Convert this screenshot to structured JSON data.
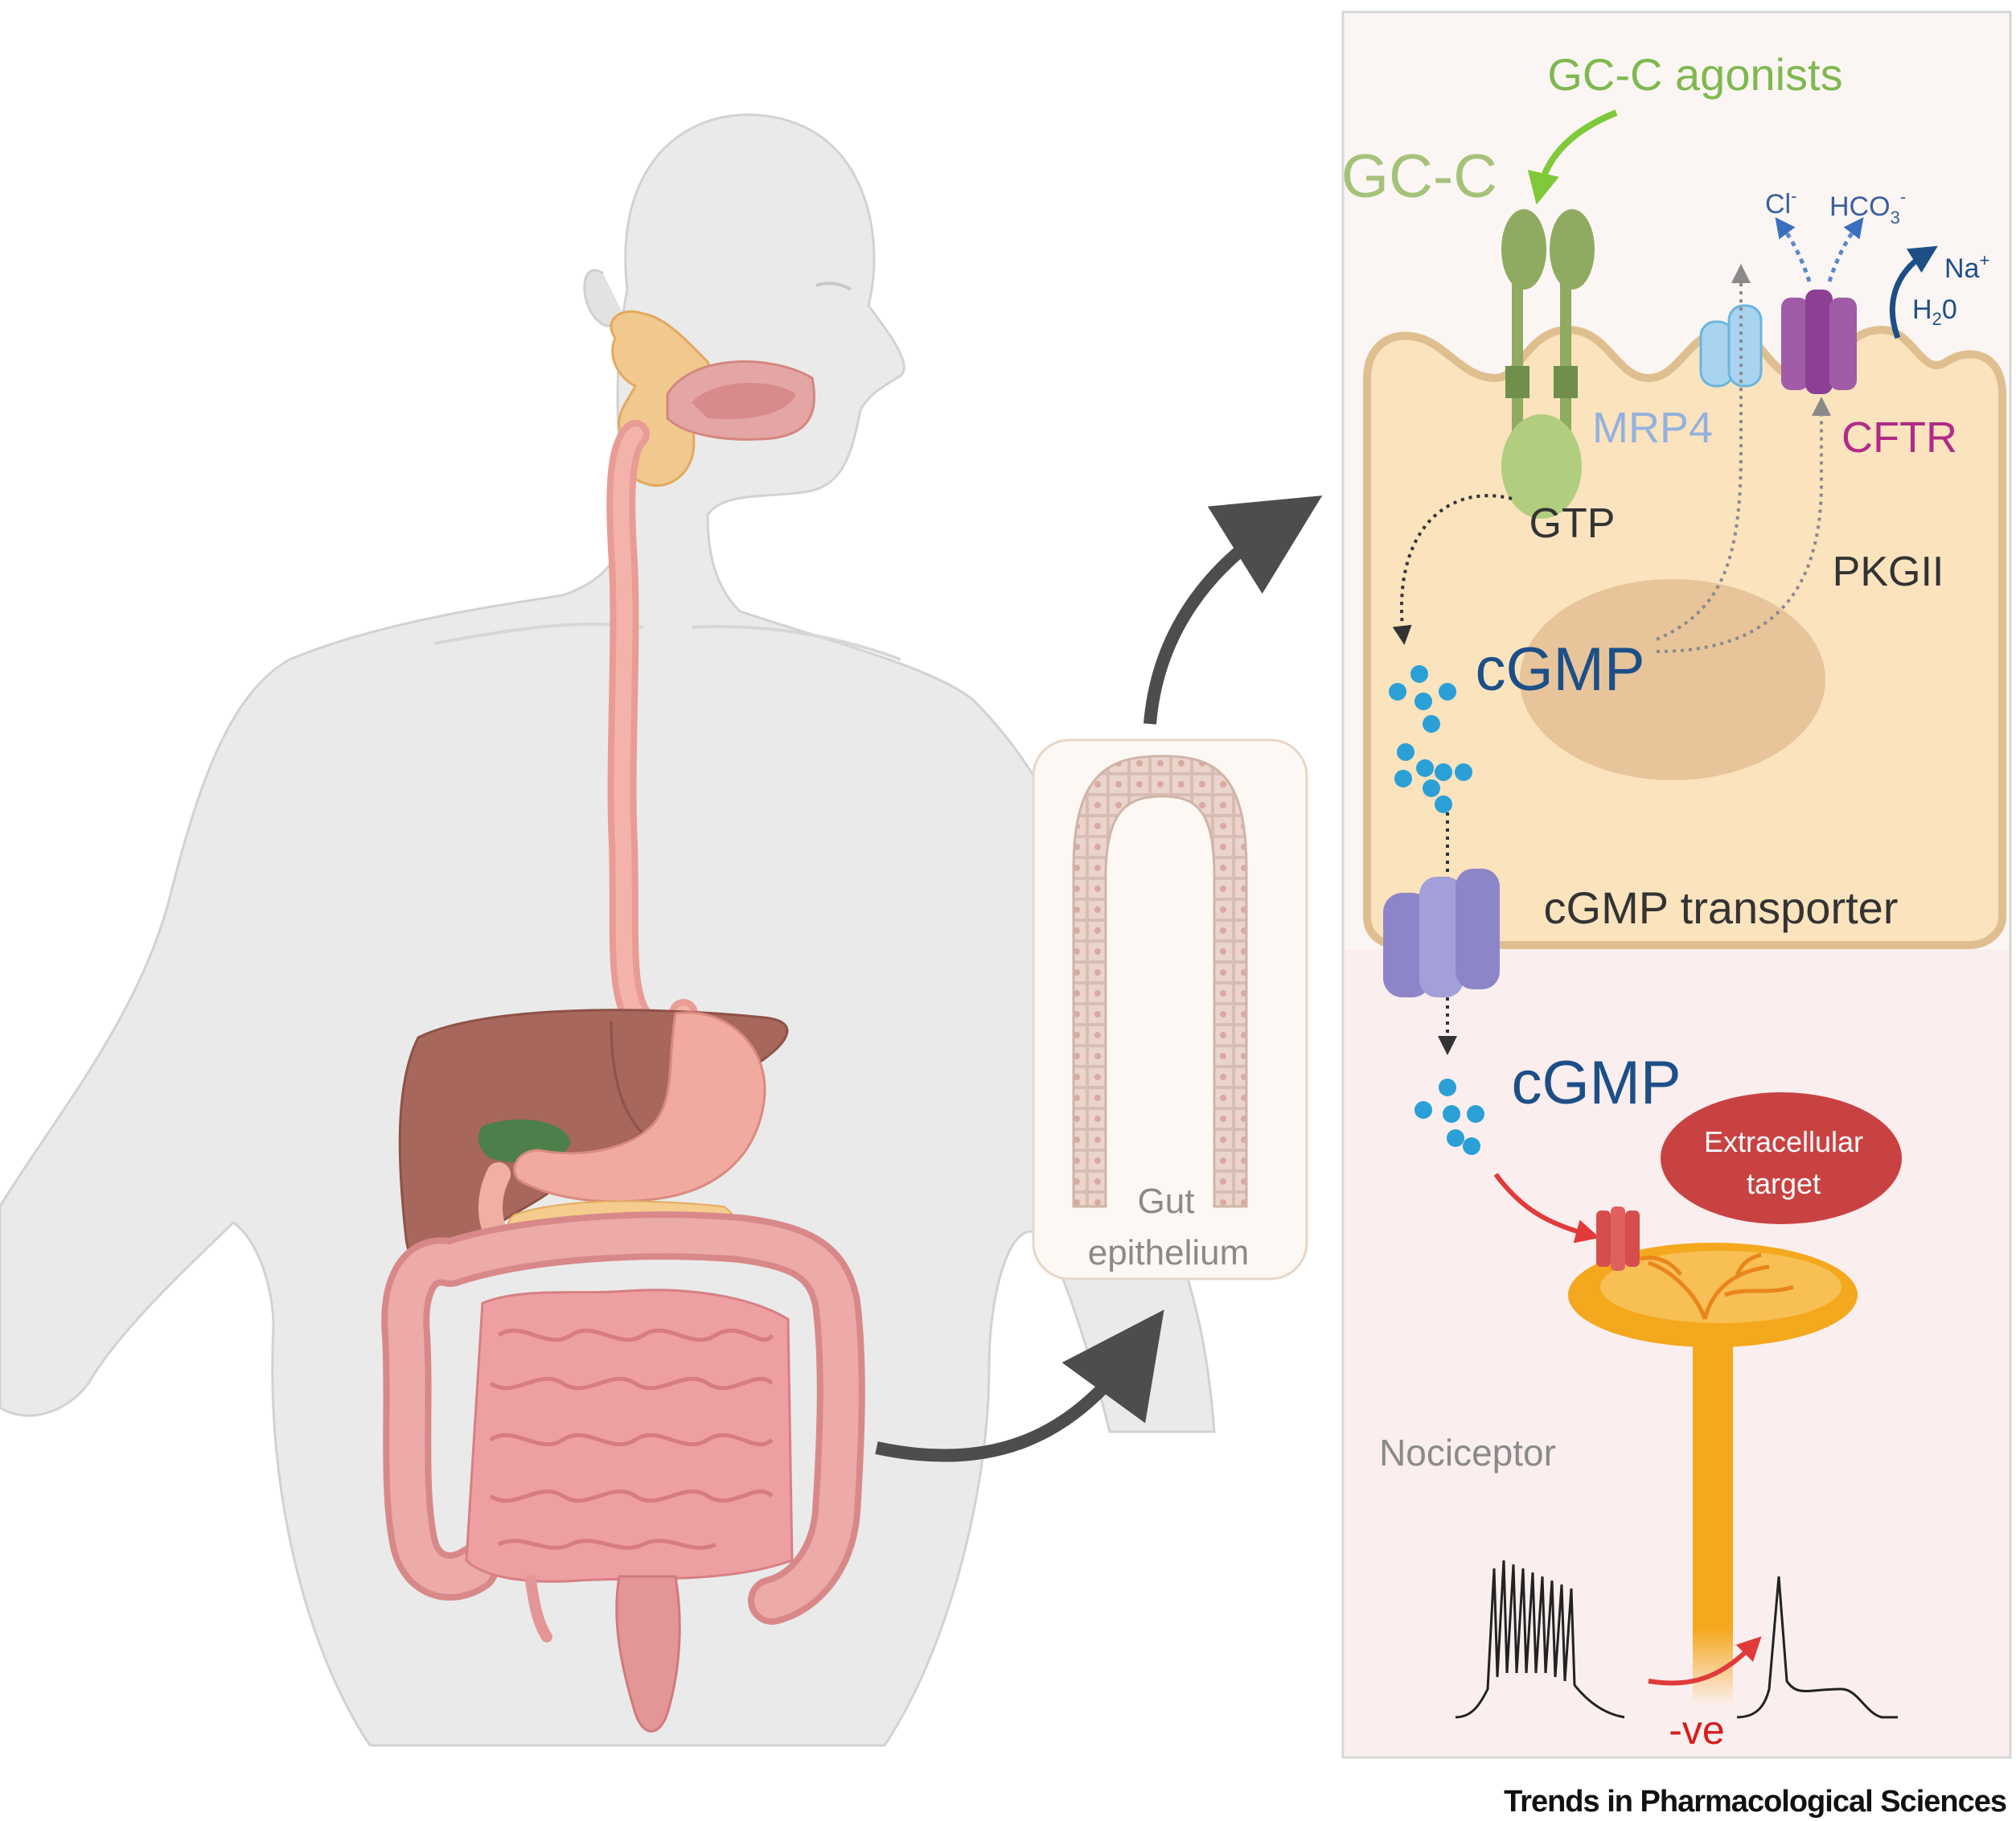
{
  "labels": {
    "gcc_agonists": "GC-C agonists",
    "gcc": "GC-C",
    "chloride": "Cl",
    "chloride_charge": "-",
    "bicarbonate": "HCO",
    "bicarbonate_sub": "3",
    "bicarbonate_charge": "-",
    "sodium": "Na",
    "sodium_charge": "+",
    "water": "H",
    "water_sub": "2",
    "water_rest": "0",
    "mrp4": "MRP4",
    "cftr": "CFTR",
    "gtp": "GTP",
    "pkgii": "PKGII",
    "cgmp_intracellular": "cGMP",
    "cgmp_transporter": "cGMP transporter",
    "cgmp_extracellular": "cGMP",
    "extracellular_target_line1": "Extracellular",
    "extracellular_target_line2": "target",
    "nociceptor": "Nociceptor",
    "negative_effect": "-ve",
    "gut_epithelium_line1": "Gut",
    "gut_epithelium_line2": "epithelium",
    "journal": "Trends in Pharmacological Sciences"
  },
  "colors": {
    "gcc_green": "#7fb850",
    "gcc_receptor_green": "#a6c27a",
    "cell_fill": "#fbe3be",
    "cell_border": "#dfbf8f",
    "cgmp_blue": "#1d4f87",
    "mrp4_blue": "#93b2dd",
    "cftr_magenta": "#b02b86",
    "extracellular_red": "#c94242",
    "nociceptor_orange": "#f4a81d",
    "negative_red": "#d61e1e",
    "arrow_gray": "#4d4d4d"
  }
}
